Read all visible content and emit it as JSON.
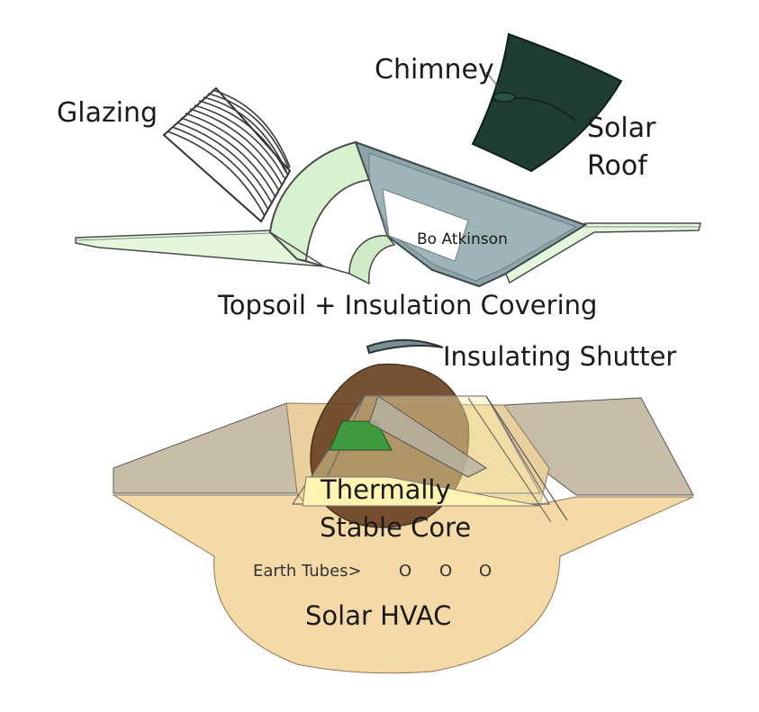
{
  "labels": {
    "glazing": "Glazing",
    "chimney": "Chimney",
    "solar_roof_line1": "Solar",
    "solar_roof_line2": "Roof",
    "credit": "Bo Atkinson",
    "topsoil": "Topsoil + Insulation Covering",
    "insulating_shutter": "Insulating Shutter",
    "core_line1": "Thermally",
    "core_line2": "Stable Core",
    "earth_tubes": "Earth Tubes>",
    "earth_tube_glyph": "O",
    "solar_hvac": "Solar HVAC"
  },
  "colors": {
    "roof_panel_green": "#dff5d8",
    "roof_panel_slate": "#8fa5a9",
    "solar_roof": "#1f3d33",
    "glazing": "#555555",
    "earth_body": "#f4d8a4",
    "earth_wing": "#c9bca6",
    "core_sphere": "#6b4424",
    "planter_green": "#3f9a3f",
    "core_glass": "#fdf0a8"
  }
}
